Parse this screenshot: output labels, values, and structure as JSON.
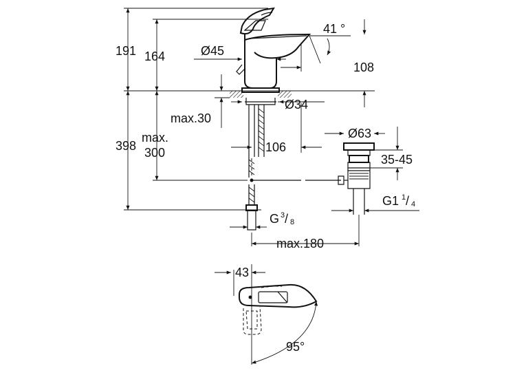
{
  "dimensions": {
    "total_height": "191",
    "spout_height": "164",
    "spout_angle": "41 °",
    "body_diameter": "Ø45",
    "spout_reach": "108",
    "hole_diameter": "Ø34",
    "max_deck": "max.30",
    "overall_below": "398",
    "max_below_1": "max.",
    "max_below_2": "300",
    "waste_offset": "106",
    "waste_diameter": "Ø63",
    "waste_range": "35-45",
    "waste_thread": "G1",
    "waste_thread_num": "1",
    "waste_thread_den": "4",
    "hose_thread": "G",
    "hose_thread_num": "3",
    "hose_thread_den": "8",
    "max_horizontal": "max.180",
    "lever_offset": "43",
    "lever_angle": "95°"
  },
  "colors": {
    "line": "#111111",
    "background": "#ffffff"
  }
}
